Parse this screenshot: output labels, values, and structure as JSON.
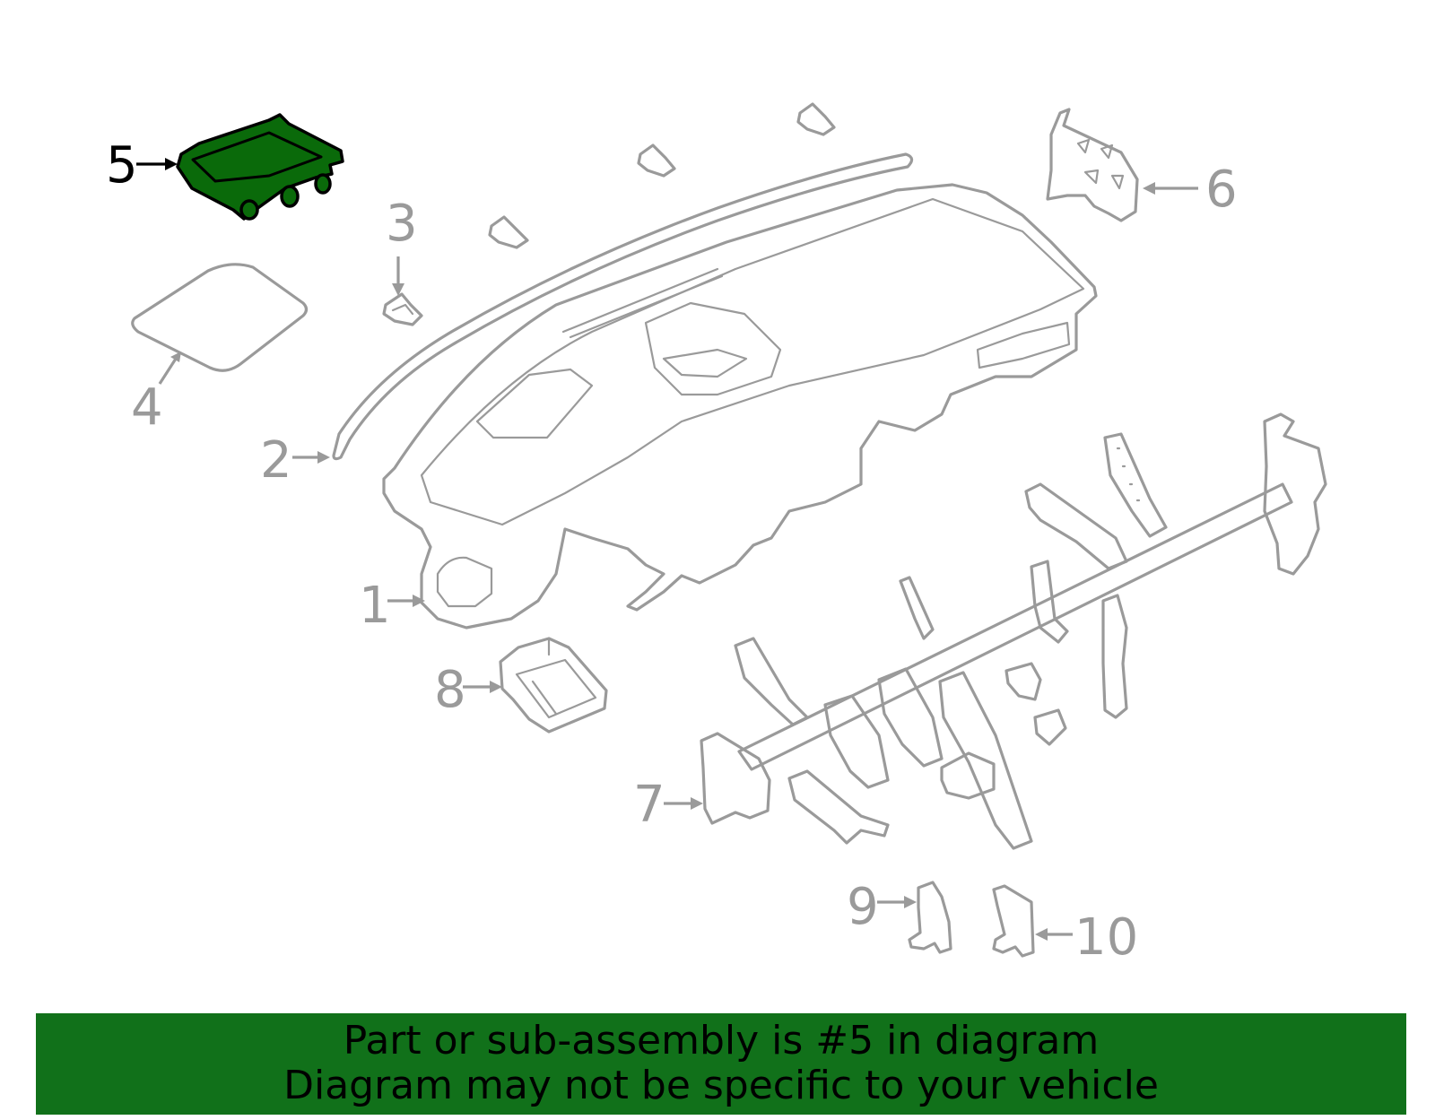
{
  "callouts": [
    "1",
    "2",
    "3",
    "4",
    "5",
    "6",
    "7",
    "8",
    "9",
    "10"
  ],
  "highlighted_part": "5",
  "colors": {
    "highlight_fill": "#0a6a0a",
    "outline": "#9a9a9a",
    "banner": "#11711a"
  },
  "banner": {
    "line1": "Part or sub-assembly is #5 in diagram",
    "line2": "Diagram may not be specific to your vehicle"
  }
}
